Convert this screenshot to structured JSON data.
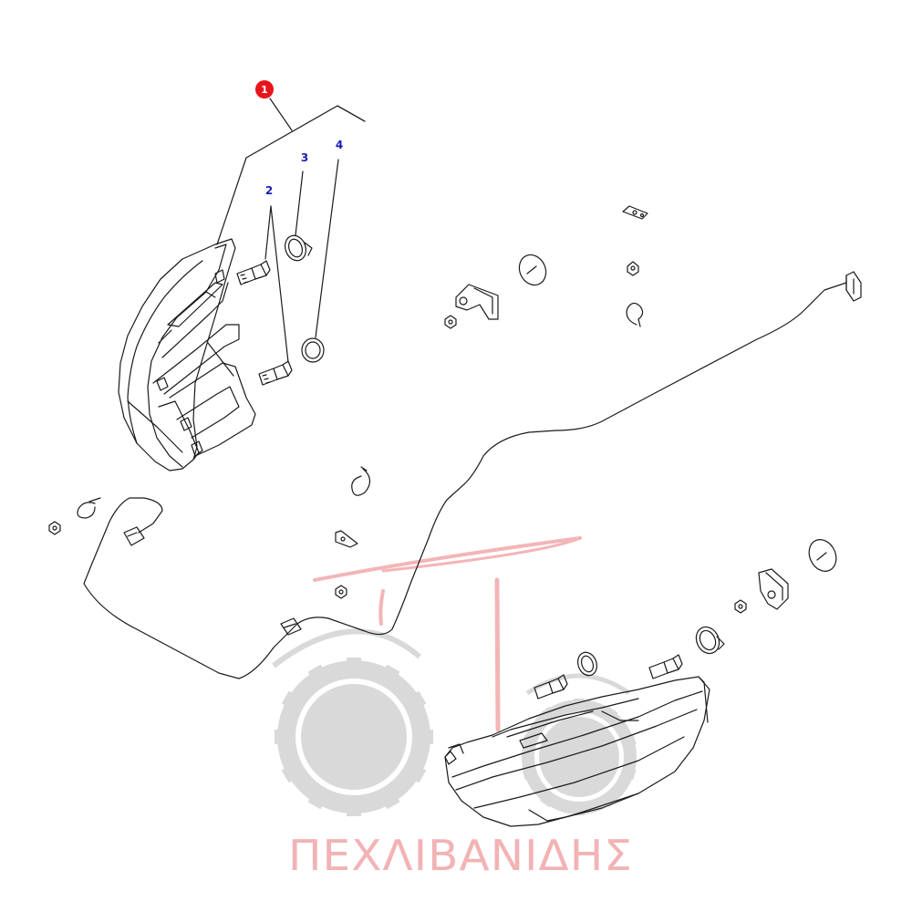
{
  "diagram": {
    "main_callout": {
      "label": "1",
      "color": "#e8141b"
    },
    "callouts": [
      {
        "label": "2",
        "color": "#1b1bb0"
      },
      {
        "label": "3",
        "color": "#1b1bb0"
      },
      {
        "label": "4",
        "color": "#1b1bb0"
      }
    ],
    "line_color": "#1a1a1a"
  },
  "watermark": {
    "text": "ΠΕΧΛΙΒΑΝΙΔΗΣ",
    "text_color": "#f2b3b5",
    "logo_gear_color": "#d9d9d9",
    "logo_accent_color": "#f3b5b7"
  }
}
